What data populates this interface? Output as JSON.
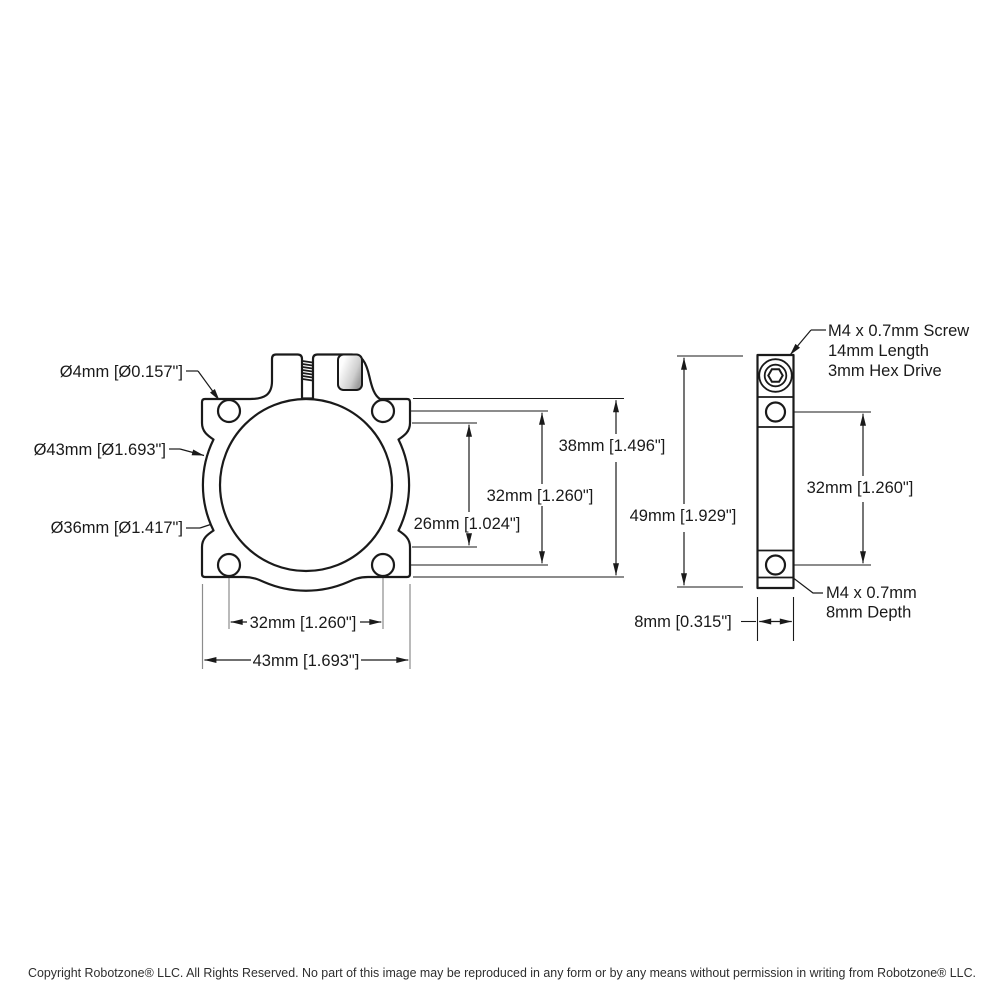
{
  "front_view": {
    "callout_hole_diameter": "Ø4mm [Ø0.157\"]",
    "callout_outer_diameter": "Ø43mm [Ø1.693\"]",
    "callout_bore_diameter": "Ø36mm [Ø1.417\"]",
    "dim_height": "38mm [1.496\"]",
    "dim_hole_span_vertical": "32mm [1.260\"]",
    "dim_scallop_span": "26mm [1.024\"]",
    "dim_hole_span_horizontal": "32mm [1.260\"]",
    "dim_width": "43mm [1.693\"]"
  },
  "side_view": {
    "dim_overall_height": "49mm [1.929\"]",
    "dim_hole_span": "32mm [1.260\"]",
    "dim_thickness": "8mm [0.315\"]",
    "screw_note_line1": "M4 x 0.7mm Screw",
    "screw_note_line2": "14mm Length",
    "screw_note_line3": "3mm Hex Drive",
    "tap_note_line1": "M4 x 0.7mm",
    "tap_note_line2": "8mm Depth"
  },
  "footer": {
    "copyright": "Copyright Robotzone® LLC.  All Rights Reserved. No part of this image may be reproduced in any form or by any means without permission in writing from Robotzone® LLC."
  },
  "colors": {
    "line": "#1a1a1a",
    "extension_gray": "#8c8c8c",
    "background": "#ffffff"
  }
}
